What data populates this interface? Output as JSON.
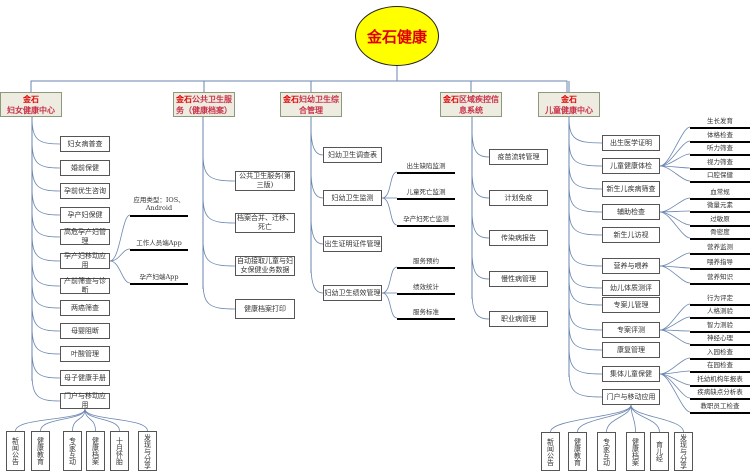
{
  "root": "金石健康",
  "branches": [
    {
      "prefix": "金石",
      "title": "妇女健康中心",
      "items": [
        {
          "label": "妇女病普查"
        },
        {
          "label": "婚前保健"
        },
        {
          "label": "孕前优生咨询"
        },
        {
          "label": "孕产妇保健"
        },
        {
          "label": "高危孕产妇管理"
        },
        {
          "label": "孕产妇移动应用",
          "children": [
            "应用类型：IOS、Android",
            "工作人员端App",
            "孕产妇端App"
          ]
        },
        {
          "label": "产前筛查与诊断"
        },
        {
          "label": "两癌筛查"
        },
        {
          "label": "母婴阻断"
        },
        {
          "label": "叶酸管理"
        },
        {
          "label": "母子健康手册"
        },
        {
          "label": "门户与移动应用",
          "children": [
            "新闻公告",
            "健康教育",
            "专家互动",
            "健康档案",
            "十月怀胎",
            "发现与分享"
          ]
        }
      ]
    },
    {
      "prefix": "金石",
      "title": "公共卫生服务（健康档案）",
      "items": [
        {
          "label": "公共卫生服务(第三版)"
        },
        {
          "label": "档案合并、迁移、死亡"
        },
        {
          "label": "自动接取儿童与妇女保健业务数据"
        },
        {
          "label": "健康档案打印"
        }
      ]
    },
    {
      "prefix": "金石",
      "title": "妇幼卫生综合管理",
      "items": [
        {
          "label": "妇幼卫生调查表"
        },
        {
          "label": "妇幼卫生监测",
          "children": [
            "出生缺陷监测",
            "儿童死亡监测",
            "孕产妇死亡监测"
          ]
        },
        {
          "label": "出生证明证件管理"
        },
        {
          "label": "妇幼卫生绩效管理",
          "children": [
            "服务预约",
            "绩效统计",
            "服务标准"
          ]
        }
      ]
    },
    {
      "prefix": "金石",
      "title": "区域疾控信息系统",
      "items": [
        {
          "label": "疫苗流转管理"
        },
        {
          "label": "计划免疫"
        },
        {
          "label": "传染病报告"
        },
        {
          "label": "慢性病管理"
        },
        {
          "label": "职业病管理"
        }
      ]
    },
    {
      "prefix": "金石",
      "title": "儿童健康中心",
      "items": [
        {
          "label": "出生医学证明"
        },
        {
          "label": "儿童健康体检",
          "children": [
            "生长发育",
            "体格检查",
            "听力筛查",
            "视力筛查",
            "口腔保健"
          ]
        },
        {
          "label": "新生儿疾病筛查"
        },
        {
          "label": "辅助检查",
          "children": [
            "血常规",
            "微量元素",
            "过敏原",
            "骨密度"
          ]
        },
        {
          "label": "新生儿访视"
        },
        {
          "label": "营养与喂养",
          "children": [
            "营养监测",
            "喂养指导",
            "营养知识"
          ]
        },
        {
          "label": "幼儿体质测评"
        },
        {
          "label": "专案儿管理"
        },
        {
          "label": "专案评测",
          "children": [
            "行为评定",
            "人格测验",
            "智力测验",
            "神经心理"
          ]
        },
        {
          "label": "康复管理"
        },
        {
          "label": "集体儿童保健",
          "children": [
            "入园检查",
            "在园检查",
            "托幼机构年报表",
            "疾病缺点分析表",
            "教职员工检查"
          ]
        },
        {
          "label": "门户与移动应用",
          "children": [
            "新闻公告",
            "健康教育",
            "专家互动",
            "健康档案",
            "育儿经",
            "发现与分享"
          ]
        }
      ]
    }
  ]
}
